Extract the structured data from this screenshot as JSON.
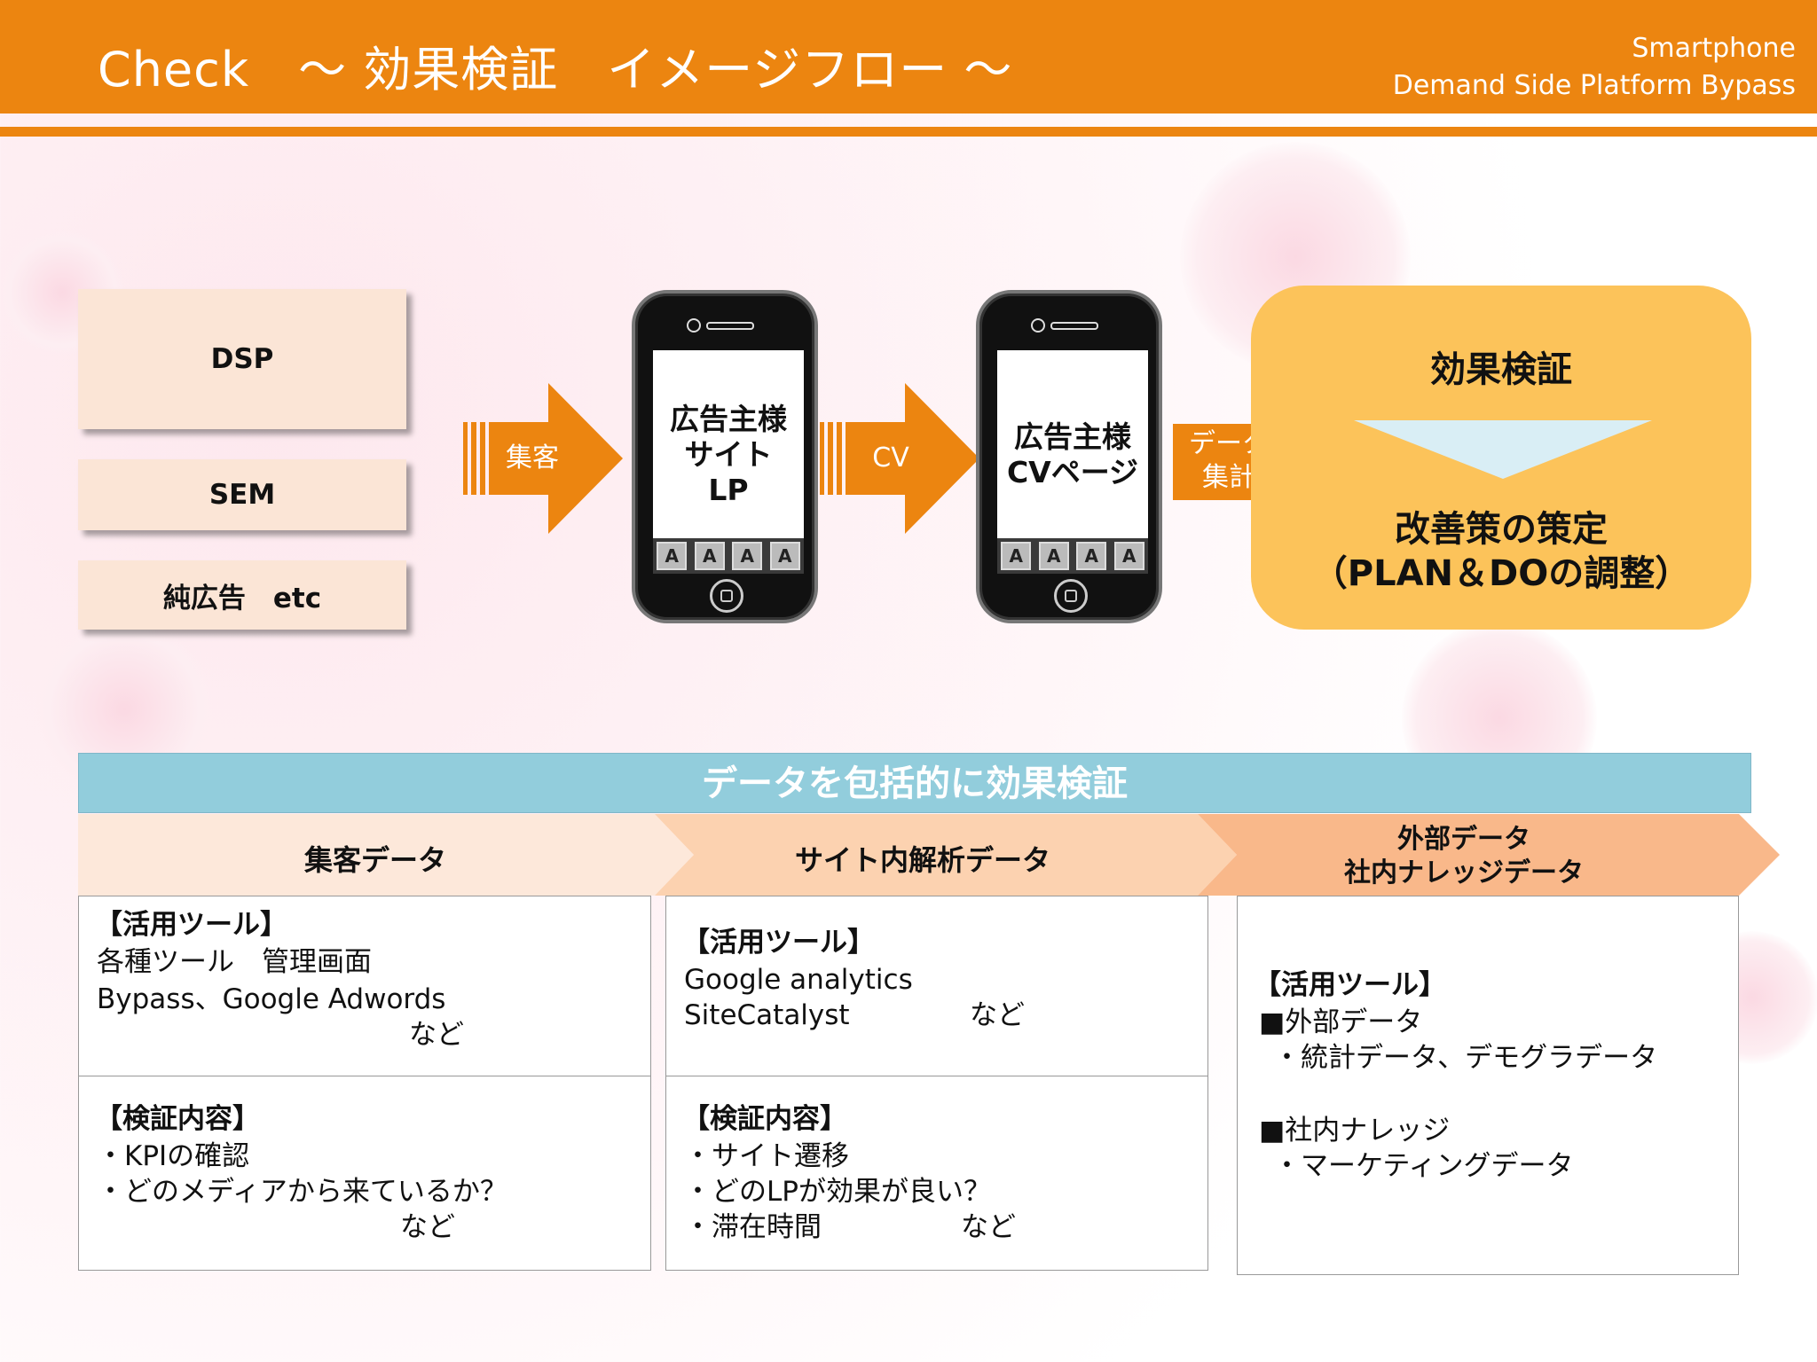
{
  "header": {
    "title": "Check　～ 効果検証　イメージフロー ～",
    "brand_line1": "Smartphone",
    "brand_line2": "Demand Side Platform Bypass"
  },
  "sources": [
    "DSP",
    "SEM",
    "純広告　etc"
  ],
  "arrows": {
    "acquire": "集客",
    "cv": "CV",
    "data_line1": "データ",
    "data_line2": "集計"
  },
  "phone1": {
    "line1": "広告主様",
    "line2": "サイト",
    "line3": "LP",
    "keys": [
      "A",
      "A",
      "A",
      "A"
    ]
  },
  "phone2": {
    "line1": "広告主様",
    "line2": "CVページ",
    "keys": [
      "A",
      "A",
      "A",
      "A"
    ]
  },
  "effect": {
    "title": "効果検証",
    "sub_line1": "改善策の策定",
    "sub_line2": "（PLAN＆DOの調整）"
  },
  "table": {
    "band": "データを包括的に効果検証",
    "col1_head": "集客データ",
    "col2_head": "サイト内解析データ",
    "col3_head_line1": "外部データ",
    "col3_head_line2": "社内ナレッジデータ",
    "c1_tools_head": "【活用ツール】",
    "c1_tools_l1": "各種ツール　管理画面",
    "c1_tools_l2": "Bypass、Google Adwords",
    "c1_tools_l3": "など",
    "c1_ver_head": "【検証内容】",
    "c1_ver_l1": "・KPIの確認",
    "c1_ver_l2": "・どのメディアから来ているか？",
    "c1_ver_l3": "など",
    "c2_tools_head": "【活用ツール】",
    "c2_tools_l1": "Google analytics",
    "c2_tools_l2": "SiteCatalyst",
    "c2_tools_l2b": "など",
    "c2_ver_head": "【検証内容】",
    "c2_ver_l1": "・サイト遷移",
    "c2_ver_l2": "・どのLPが効果が良い？",
    "c2_ver_l3": "・滞在時間",
    "c2_ver_l3b": "など",
    "c3_tools_head": "【活用ツール】",
    "c3_l1": "■外部データ",
    "c3_l2": "・統計データ、デモグラデータ",
    "c3_l3": "■社内ナレッジ",
    "c3_l4": "・マーケティングデータ"
  },
  "colors": {
    "accent": "#ec8510",
    "effect_box": "#fcc35a",
    "band": "#92cddc",
    "source_box": "#fbe5d6"
  }
}
